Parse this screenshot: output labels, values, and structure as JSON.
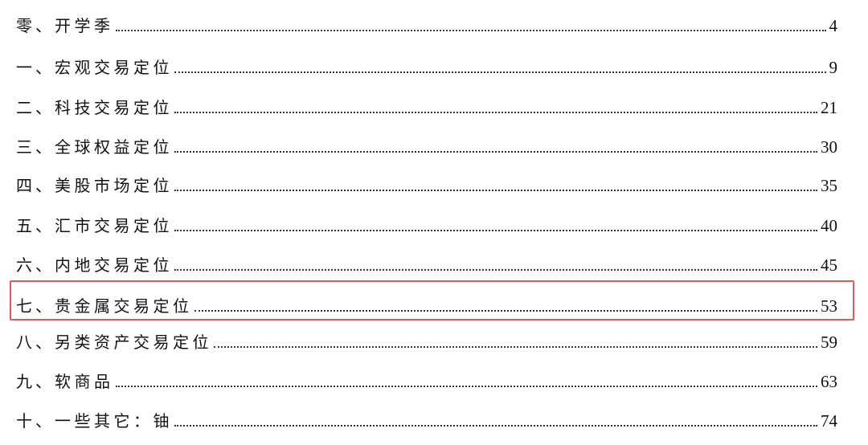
{
  "toc": {
    "entries": [
      {
        "num": "零、",
        "title": "开学季",
        "page": "4"
      },
      {
        "num": "一、",
        "title": "宏观交易定位",
        "page": "9"
      },
      {
        "num": "二、",
        "title": "科技交易定位",
        "page": "21"
      },
      {
        "num": "三、",
        "title": "全球权益定位",
        "page": "30"
      },
      {
        "num": "四、",
        "title": "美股市场定位",
        "page": "35"
      },
      {
        "num": "五、",
        "title": "汇市交易定位",
        "page": "40"
      },
      {
        "num": "六、",
        "title": "内地交易定位",
        "page": "45"
      },
      {
        "num": "七、",
        "title": "贵金属交易定位",
        "page": "53"
      },
      {
        "num": "八、",
        "title": "另类资产交易定位",
        "page": "59"
      },
      {
        "num": "九、",
        "title": "软商品",
        "page": "63"
      },
      {
        "num": "十、",
        "title": "一些其它：铀",
        "page": "74"
      }
    ],
    "highlight_color": "#e05a5a"
  }
}
